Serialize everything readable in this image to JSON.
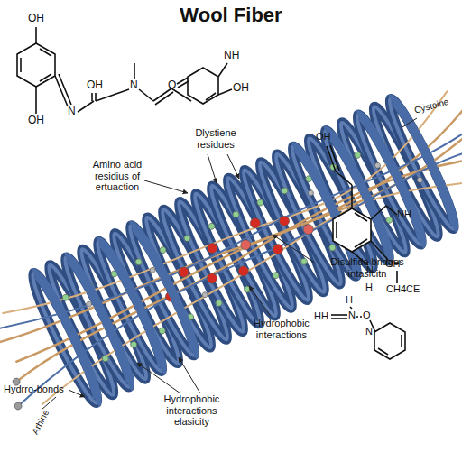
{
  "diagram": {
    "title": "Wool Fiber",
    "labels": [
      "OH",
      "OH",
      "N",
      "OH",
      "N",
      "O",
      "NH",
      "OH",
      "Dlystiene residues",
      "Cysteine",
      "Amino acid residius of ertuaction",
      "Disulfide bridges intasicitn",
      "OH",
      "NH",
      "N",
      "OH",
      "H",
      "CH4CE",
      "Hydrophobic interactions",
      "HH",
      "H",
      "N",
      "O",
      "N",
      "Hydrro-bonds",
      "Arhine",
      "Hydrophobic interactions elasicity"
    ]
  }
}
